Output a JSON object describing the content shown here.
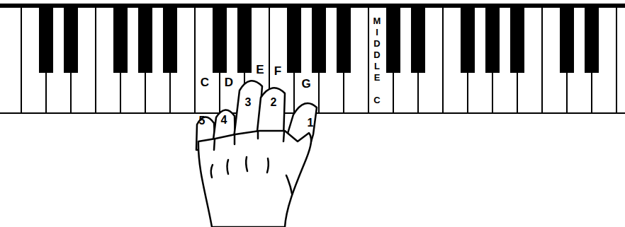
{
  "diagram": {
    "labels": [
      "C",
      "D",
      "E",
      "F",
      "G",
      "MIDDLE C",
      "5",
      "4",
      "3",
      "2",
      "1"
    ]
  }
}
